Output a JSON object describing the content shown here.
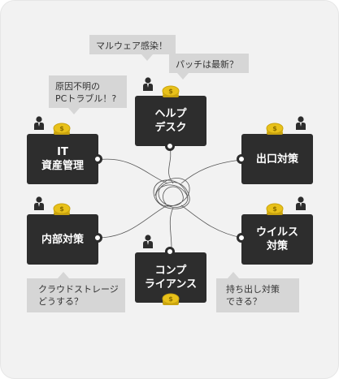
{
  "nodes": {
    "help_desk": {
      "lines": [
        "ヘルプ",
        "デスク"
      ]
    },
    "it_asset": {
      "lines": [
        "IT",
        "資産管理"
      ]
    },
    "exit_measures": {
      "lines": [
        "出口対策"
      ]
    },
    "internal_measures": {
      "lines": [
        "内部対策"
      ]
    },
    "virus_measures": {
      "lines": [
        "ウイルス",
        "対策"
      ]
    },
    "compliance": {
      "lines": [
        "コンプ",
        "ライアンス"
      ]
    }
  },
  "bubbles": {
    "malware": "マルウェア感染！",
    "patch": "パッチは最新？",
    "pc_trouble": [
      "原因不明の",
      "PCトラブル！?"
    ],
    "cloud": [
      "クラウドストレージ",
      "どうする？"
    ],
    "takeout": [
      "持ち出し対策",
      "できる？"
    ]
  },
  "icons": {
    "person": "person-icon",
    "coin": "coin-icon",
    "coin_symbol": "$"
  },
  "colors": {
    "background": "#f2f2f2",
    "box": "#2d2d2d",
    "bubble": "#d6d6d6",
    "coin": "#e8c11a",
    "tangle": "#555555"
  }
}
